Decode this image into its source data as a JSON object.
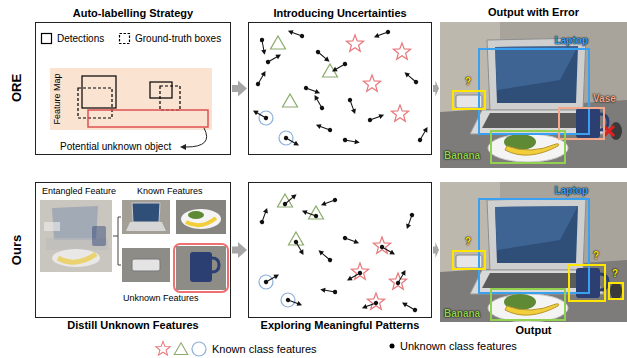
{
  "diagram": {
    "nodes": [
      {
        "text": [
          "Auto-labelling Strategy"
        ]
      },
      {
        "text": [
          "Feature Map"
        ],
        "in": 0
      },
      {
        "text": [
          "Introducing Uncertainties"
        ]
      },
      {
        "text": [
          "Output with Error"
        ]
      },
      {
        "text": [
          "Laptop"
        ],
        "in": 3
      },
      {
        "text": [
          "Vase"
        ],
        "in": 3
      },
      {
        "text": [
          "Banana"
        ],
        "in": 3
      },
      {
        "text": [
          "?"
        ],
        "in": 3
      },
      {
        "text": [
          "Distill Unknown Features"
        ]
      },
      {
        "text": [
          "Exploring Meaningful Patterns"
        ]
      },
      {
        "text": [
          "Output"
        ]
      },
      {
        "text": [
          "Laptop"
        ],
        "in": 10
      },
      {
        "text": [
          "Banana"
        ],
        "in": 10
      },
      {
        "text": [
          "?"
        ],
        "in": 10
      },
      {
        "text": [
          "?"
        ],
        "in": 10
      },
      {
        "text": [
          "?"
        ],
        "in": 10
      }
    ],
    "edges": [
      {
        "from": 0,
        "to": 2,
        "arrow": "to"
      },
      {
        "from": 2,
        "to": 3,
        "arrow": "to"
      },
      {
        "from": 8,
        "to": 9,
        "arrow": "to"
      },
      {
        "from": 9,
        "to": 10,
        "arrow": "to"
      }
    ],
    "labels": [
      "ORE",
      "Ours",
      "Potential unknown object",
      "Entangled Feature",
      "Known Features",
      "Unknown Features"
    ],
    "legend": [
      {
        "text": "Detections"
      },
      {
        "text": "Ground-truth boxes"
      },
      {
        "text": "Known class features"
      },
      {
        "text": "Unknown class features"
      }
    ]
  }
}
